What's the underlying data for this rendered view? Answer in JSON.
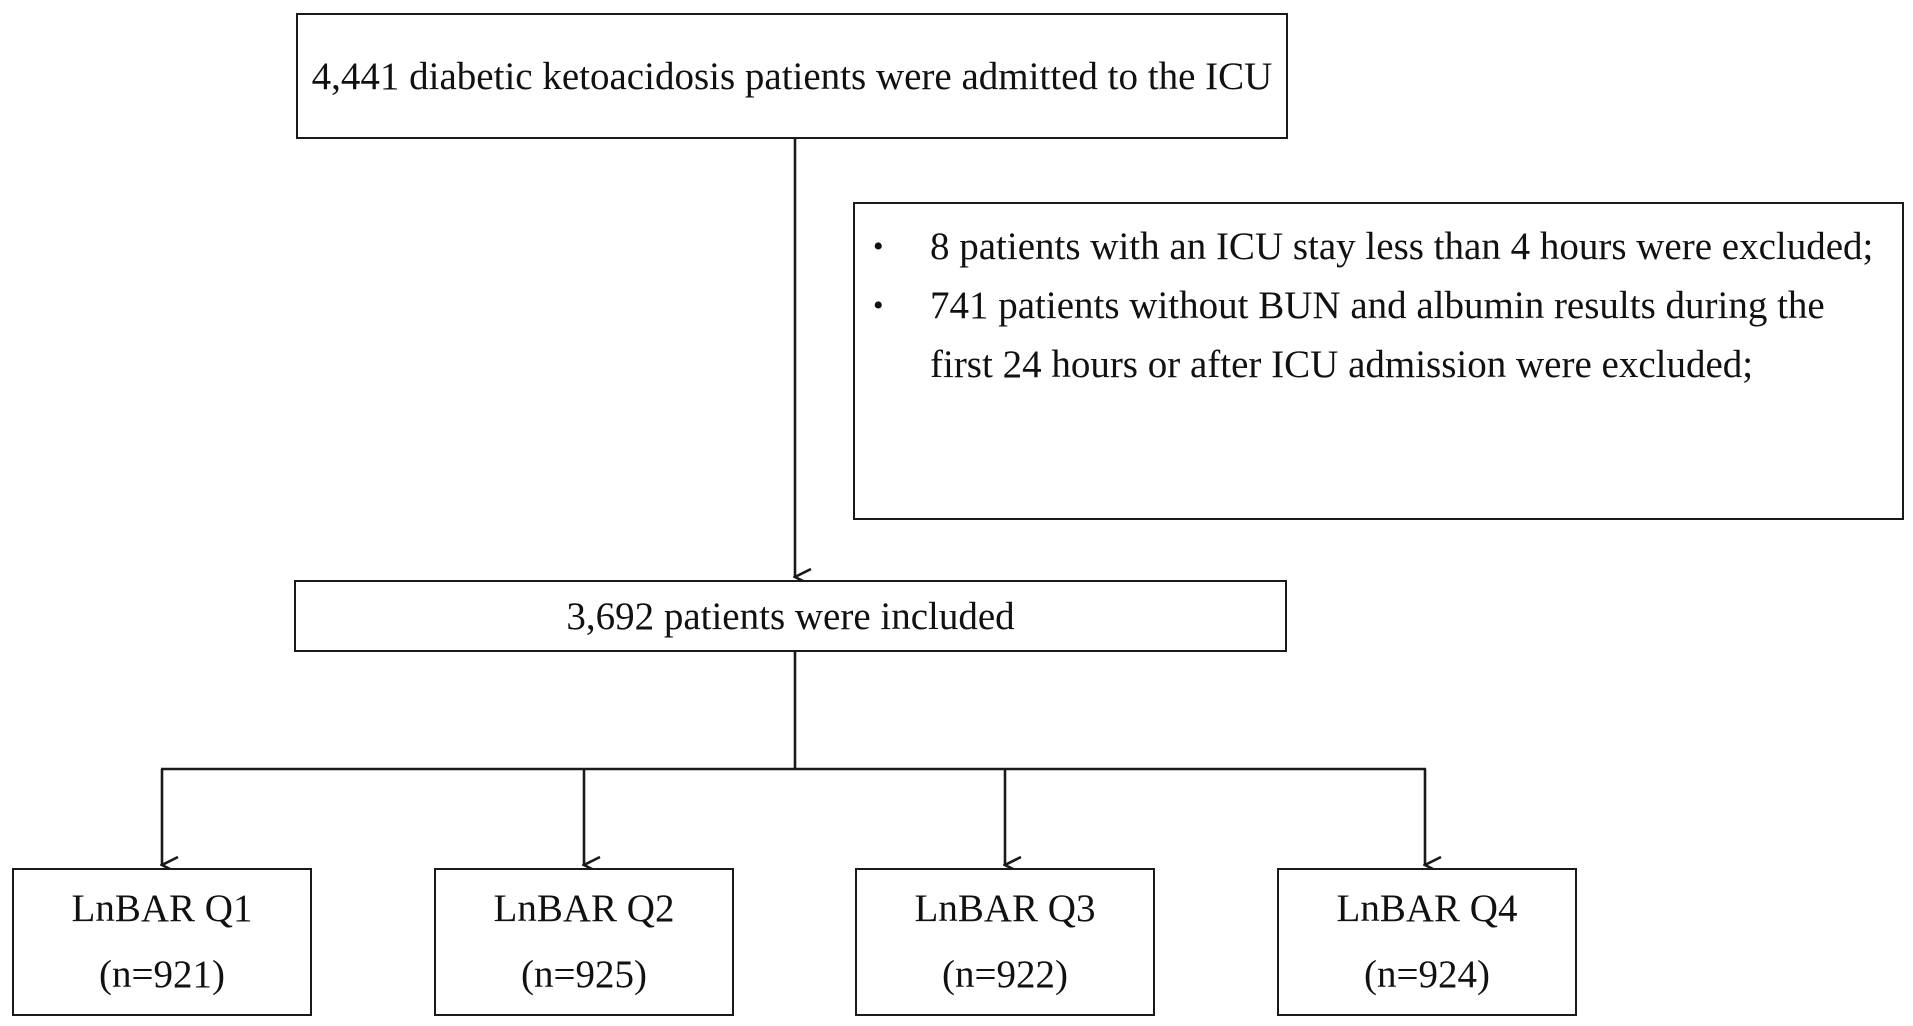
{
  "flowchart": {
    "admitted": {
      "text": "4,441 diabetic ketoacidosis patients were admitted to the ICU"
    },
    "exclusions": {
      "items": [
        "8 patients with an ICU stay less than 4 hours were excluded;",
        "741 patients without BUN and albumin results during the first 24 hours or after ICU admission were excluded;"
      ]
    },
    "included": {
      "text": "3,692 patients were included"
    },
    "quartiles": [
      {
        "label": "LnBAR Q1",
        "count": "(n=921)"
      },
      {
        "label": "LnBAR Q2",
        "count": "(n=925)"
      },
      {
        "label": "LnBAR Q3",
        "count": "(n=922)"
      },
      {
        "label": "LnBAR Q4",
        "count": "(n=924)"
      }
    ]
  }
}
